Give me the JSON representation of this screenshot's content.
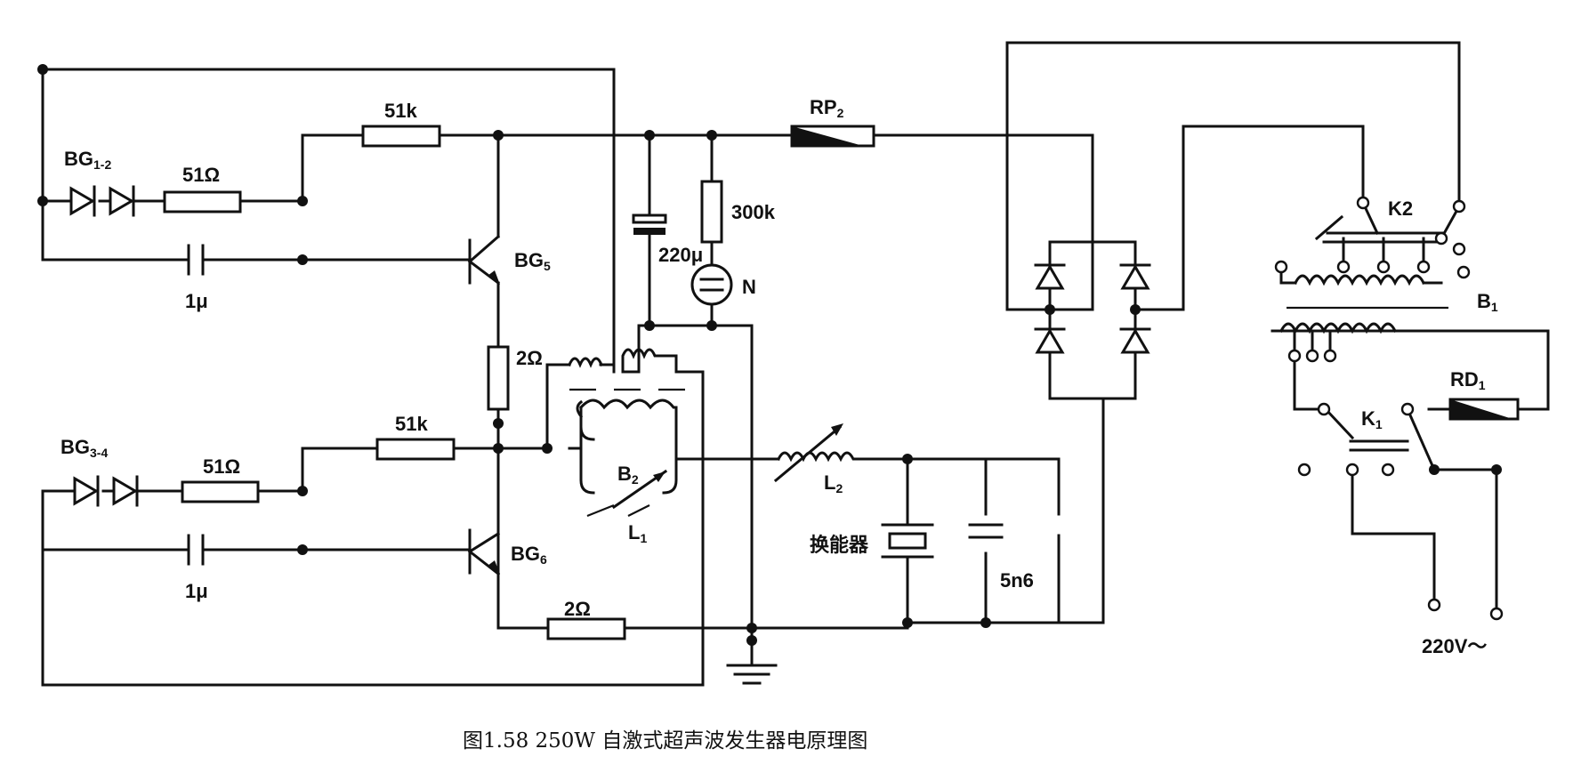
{
  "labels": {
    "bg12": {
      "main": "BG",
      "sub": "1-2"
    },
    "bg34": {
      "main": "BG",
      "sub": "3-4"
    },
    "r51ohm_top": "51Ω",
    "r51ohm_bot": "51Ω",
    "r51k_top": "51k",
    "r51k_bot": "51k",
    "c1u_top": "1μ",
    "c1u_bot": "1μ",
    "bg5": {
      "main": "BG",
      "sub": "5"
    },
    "bg6": {
      "main": "BG",
      "sub": "6"
    },
    "r2ohm_mid": "2Ω",
    "r2ohm_bot": "2Ω",
    "c220u": "220μ",
    "r300k": "300k",
    "neon": "N",
    "rp2": {
      "main": "RP",
      "sub": "2"
    },
    "b2": {
      "main": "B",
      "sub": "2"
    },
    "l1": {
      "main": "L",
      "sub": "1"
    },
    "l2": {
      "main": "L",
      "sub": "2"
    },
    "transducer": "换能器",
    "c5n6": "5n6",
    "k2": "K2",
    "k1": {
      "main": "K",
      "sub": "1"
    },
    "b1": {
      "main": "B",
      "sub": "1"
    },
    "rd1": {
      "main": "RD",
      "sub": "1"
    },
    "mains": "220V～"
  },
  "caption": "图1.58   250W 自激式超声波发生器电原理图"
}
